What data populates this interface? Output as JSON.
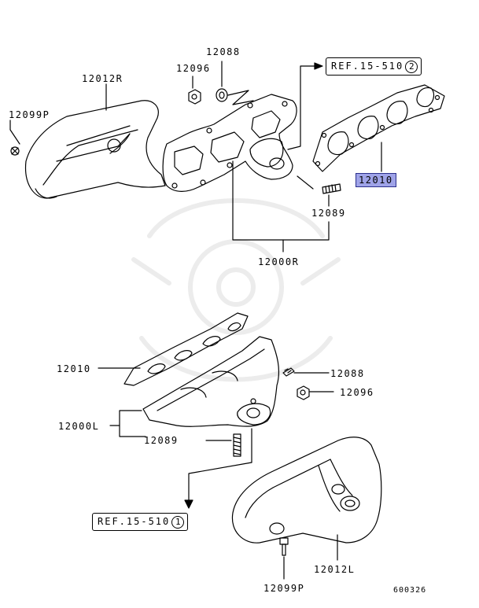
{
  "labels": {
    "p12012R": "12012R",
    "p12099P_top": "12099P",
    "p12096_top": "12096",
    "p12088_top": "12088",
    "p12010_top": "12010",
    "p12089_top": "12089",
    "p12000R": "12000R",
    "p12010_bottom": "12010",
    "p12088_bottom": "12088",
    "p12096_bottom": "12096",
    "p12000L": "12000L",
    "p12089_bottom": "12089",
    "p12012L": "12012L",
    "p12099P_bottom": "12099P"
  },
  "refs": {
    "top": {
      "text": "REF.15-510",
      "num": "2"
    },
    "bottom": {
      "text": "REF.15-510",
      "num": "1"
    }
  },
  "figure_id": "600326",
  "highlight_color": "#9fa3e8"
}
